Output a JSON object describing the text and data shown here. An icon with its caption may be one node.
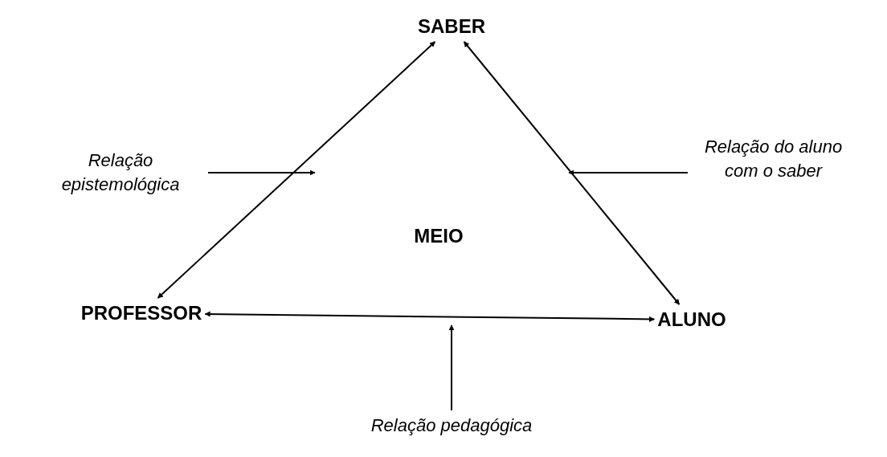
{
  "diagram": {
    "nodes": [
      {
        "text": [
          "SABER"
        ]
      },
      {
        "text": [
          "Relação epistemológica"
        ]
      },
      {
        "text": [
          "Relação do aluno com o saber"
        ]
      },
      {
        "text": [
          "PROFESSOR"
        ]
      },
      {
        "text": [
          "ALUNO"
        ]
      },
      {
        "text": [
          "Relação pedagógica"
        ]
      }
    ],
    "edges": [
      {
        "from": 0,
        "to": 3,
        "arrow": "both"
      },
      {
        "from": 0,
        "to": 4,
        "arrow": "both"
      },
      {
        "from": 3,
        "to": 4,
        "arrow": "both"
      },
      {
        "from": 1,
        "to": null,
        "arrow": "to"
      },
      {
        "from": 2,
        "to": null,
        "arrow": "to"
      },
      {
        "from": 5,
        "to": null,
        "arrow": "to"
      }
    ],
    "labels": [
      "MEIO"
    ]
  }
}
